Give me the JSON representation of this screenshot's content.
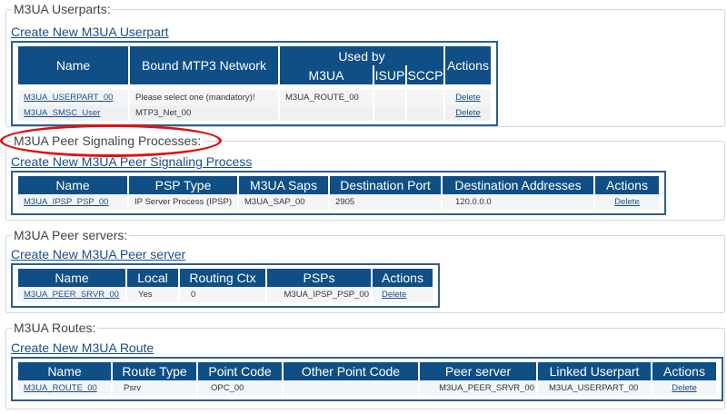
{
  "userparts": {
    "legend": "M3UA Userparts:",
    "create_link": "Create New M3UA Userpart",
    "headers": {
      "name": "Name",
      "bound": "Bound MTP3 Network",
      "used_by": "Used by",
      "m3ua": "M3UA",
      "isup": "ISUP",
      "sccp": "SCCP",
      "actions": "Actions"
    },
    "rows": [
      {
        "name": "M3UA_USERPART_00",
        "bound": "Please select one (mandatory)!",
        "m3ua": "M3UA_ROUTE_00",
        "isup": "",
        "sccp": "",
        "action": "Delete"
      },
      {
        "name": "M3UA_SMSC_User",
        "bound": "MTP3_Net_00",
        "m3ua": "",
        "isup": "",
        "sccp": "",
        "action": "Delete"
      }
    ]
  },
  "peer_processes": {
    "legend": "M3UA Peer Signaling Processes:",
    "create_link": "Create New M3UA Peer Signaling Process",
    "headers": {
      "name": "Name",
      "psp_type": "PSP Type",
      "saps": "M3UA Saps",
      "dest_port": "Destination Port",
      "dest_addr": "Destination Addresses",
      "actions": "Actions"
    },
    "rows": [
      {
        "name": "M3UA_IPSP_PSP_00",
        "psp_type": "IP Server Process (IPSP)",
        "saps": "M3UA_SAP_00",
        "dest_port": "2905",
        "dest_addr": "120.0.0.0",
        "action": "Delete"
      }
    ]
  },
  "peer_servers": {
    "legend": "M3UA Peer servers:",
    "create_link": "Create New M3UA Peer server",
    "headers": {
      "name": "Name",
      "local": "Local",
      "routing_ctx": "Routing Ctx",
      "psps": "PSPs",
      "actions": "Actions"
    },
    "rows": [
      {
        "name": "M3UA_PEER_SRVR_00",
        "local": "Yes",
        "routing_ctx": "0",
        "psps": "M3UA_IPSP_PSP_00",
        "action": "Delete"
      }
    ]
  },
  "routes": {
    "legend": "M3UA Routes:",
    "create_link": "Create New M3UA Route",
    "headers": {
      "name": "Name",
      "route_type": "Route Type",
      "point_code": "Point Code",
      "other_pc": "Other Point Code",
      "peer_server": "Peer server",
      "linked_up": "Linked Userpart",
      "actions": "Actions"
    },
    "rows": [
      {
        "name": "M3UA_ROUTE_00",
        "route_type": "Psrv",
        "point_code": "OPC_00",
        "other_pc": "",
        "peer_server": "M3UA_PEER_SRVR_00",
        "linked_up": "M3UA_USERPART_00",
        "action": "Delete"
      }
    ]
  },
  "colors": {
    "header_bg": "#0f4f86",
    "link": "#1a4f86",
    "highlight": "#e01010"
  }
}
